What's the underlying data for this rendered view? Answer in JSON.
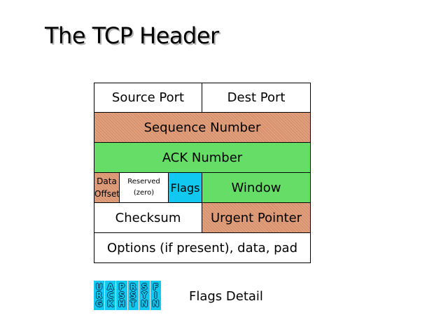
{
  "title": "The TCP Header",
  "header_rows": {
    "source_port": "Source Port",
    "dest_port": "Dest Port",
    "sequence_number": "Sequence Number",
    "ack_number": "ACK Number",
    "data_offset": [
      "Data",
      "Offset"
    ],
    "reserved": [
      "Reserved",
      "(zero)"
    ],
    "flags": "Flags",
    "window": "Window",
    "checksum": "Checksum",
    "urgent_pointer": "Urgent Pointer",
    "options": "Options (if present), data, pad"
  },
  "flags_detail": {
    "label": "Flags Detail",
    "flags": [
      {
        "letters": [
          "U",
          "R",
          "G"
        ]
      },
      {
        "letters": [
          "A",
          "C",
          "K"
        ]
      },
      {
        "letters": [
          "P",
          "S",
          "H"
        ]
      },
      {
        "letters": [
          "R",
          "S",
          "T"
        ]
      },
      {
        "letters": [
          "S",
          "Y",
          "N"
        ]
      },
      {
        "letters": [
          "F",
          "I",
          "N"
        ]
      }
    ]
  },
  "colors": {
    "orange": "#d9916c",
    "green": "#66dd66",
    "cyan": "#10c8f0",
    "white": "#ffffff"
  }
}
